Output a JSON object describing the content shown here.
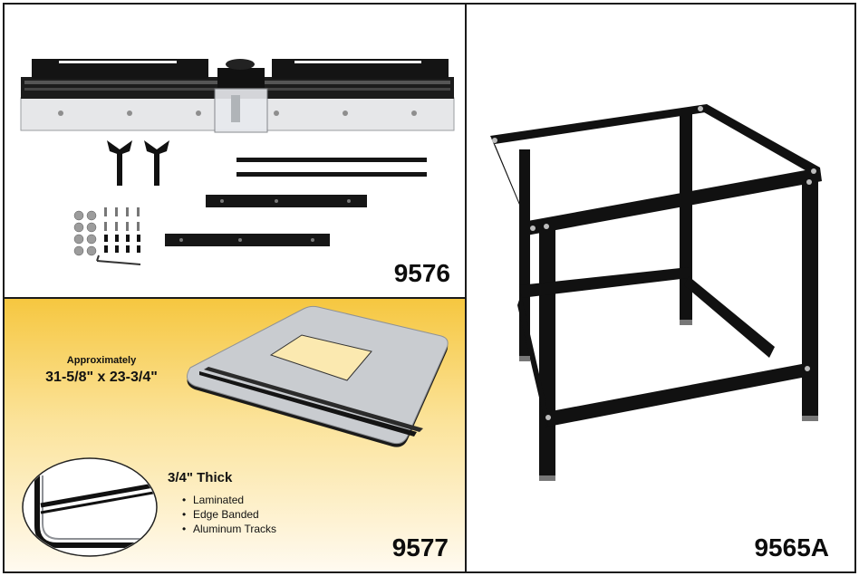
{
  "panels": {
    "fence_kit": {
      "model": "9576"
    },
    "router_table_top": {
      "model": "9577",
      "size_caption": "Approximately",
      "size_value": "31-5/8\" x 23-3/4\"",
      "thickness_title": "3/4\" Thick",
      "features": [
        "Laminated",
        "Edge Banded",
        "Aluminum Tracks"
      ]
    },
    "stand": {
      "model": "9565A"
    }
  },
  "colors": {
    "frame_border": "#1a1a1a",
    "top_gradient_start": "#f6c740",
    "top_gradient_end": "#fffaf0",
    "steel_black": "#111111",
    "laminate_gray": "#c9ccd0",
    "aluminum": "#d8dadc"
  },
  "icons": {
    "fence": "router-fence-image",
    "table": "router-table-top-image",
    "detail": "edge-detail-image",
    "stand": "steel-stand-image"
  }
}
